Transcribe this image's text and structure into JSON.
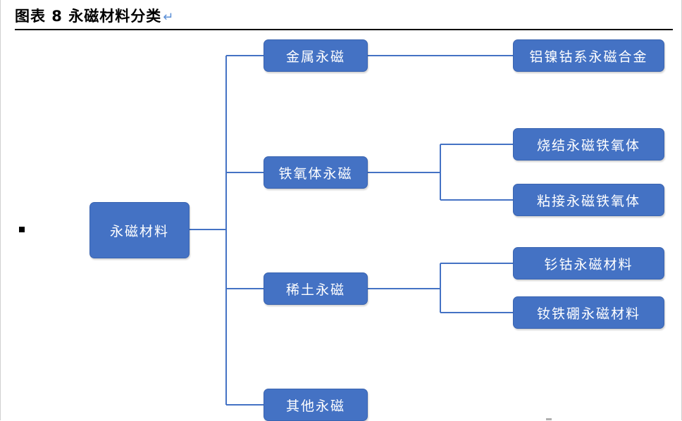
{
  "header": {
    "title": "图表 8 永磁材料分类",
    "return_mark": "↵"
  },
  "diagram": {
    "root": "永磁材料",
    "categories": [
      {
        "label": "金属永磁",
        "children": [
          "铝镍钴系永磁合金"
        ]
      },
      {
        "label": "铁氧体永磁",
        "children": [
          "烧结永磁铁氧体",
          "粘接永磁铁氧体"
        ]
      },
      {
        "label": "稀土永磁",
        "children": [
          "钐钴永磁材料",
          "钕铁硼永磁材料"
        ]
      },
      {
        "label": "其他永磁",
        "children": []
      }
    ]
  },
  "colors": {
    "node_fill": "#4472c4",
    "node_text": "#ffffff",
    "connector": "#4472c4",
    "title_rule": "#000000"
  }
}
